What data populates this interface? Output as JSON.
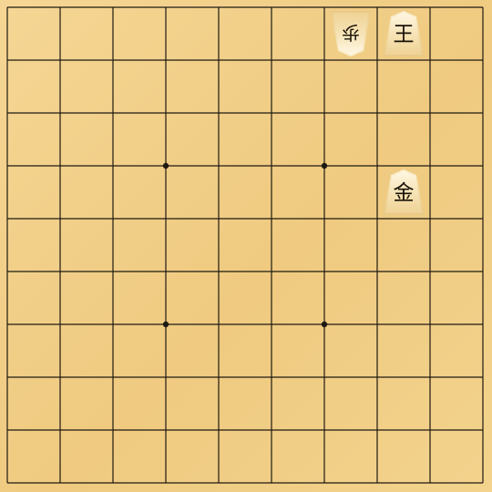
{
  "board": {
    "files": 9,
    "ranks": 9,
    "line_color": "#1f1a12",
    "star_points": [
      [
        3,
        3
      ],
      [
        6,
        3
      ],
      [
        3,
        6
      ],
      [
        6,
        6
      ]
    ]
  },
  "pieces": [
    {
      "id": "sente-king",
      "char": "王",
      "name": "king",
      "col": 7,
      "row": 0,
      "owner": "sente"
    },
    {
      "id": "sente-gold",
      "char": "金",
      "name": "gold",
      "col": 7,
      "row": 3,
      "owner": "sente"
    },
    {
      "id": "gote-pawn",
      "char": "歩",
      "name": "pawn",
      "col": 6,
      "row": 0,
      "owner": "gote"
    }
  ]
}
